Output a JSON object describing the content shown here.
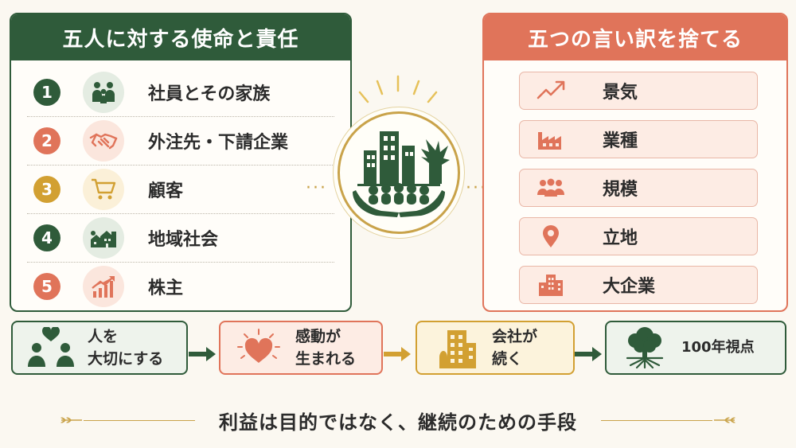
{
  "left_panel": {
    "title": "五人に対する使命と責任",
    "items": [
      {
        "num": "1",
        "label": "社員とその家族",
        "icon": "family-icon",
        "num_color": "#2f5b3a",
        "icon_bg": "#e4ece2"
      },
      {
        "num": "2",
        "label": "外注先・下請企業",
        "icon": "handshake-icon",
        "num_color": "#e0745a",
        "icon_bg": "#fbe6dd"
      },
      {
        "num": "3",
        "label": "顧客",
        "icon": "shopping-cart-icon",
        "num_color": "#d2a032",
        "icon_bg": "#fbf0d8"
      },
      {
        "num": "4",
        "label": "地域社会",
        "icon": "community-houses-icon",
        "num_color": "#2f5b3a",
        "icon_bg": "#e4ece2"
      },
      {
        "num": "5",
        "label": "株主",
        "icon": "growth-chart-icon",
        "num_color": "#e0745a",
        "icon_bg": "#fbe6dd"
      }
    ]
  },
  "right_panel": {
    "title": "五つの言い訳を捨てる",
    "items": [
      {
        "label": "景気",
        "icon": "trend-arrow-icon"
      },
      {
        "label": "業種",
        "icon": "factory-icon"
      },
      {
        "label": "規模",
        "icon": "people-group-icon"
      },
      {
        "label": "立地",
        "icon": "location-pin-icon"
      },
      {
        "label": "大企業",
        "icon": "office-building-icon"
      }
    ]
  },
  "center": {
    "icon": "city-people-hands-icon"
  },
  "flow": [
    {
      "text_line1": "人を",
      "text_line2": "大切にする",
      "icon": "people-heart-icon",
      "border": "#2f5b3a",
      "bg": "#eef3ec"
    },
    {
      "text_line1": "感動が",
      "text_line2": "生まれる",
      "icon": "glowing-heart-icon",
      "border": "#e0745a",
      "bg": "#fdece4"
    },
    {
      "text_line1": "会社が",
      "text_line2": "続く",
      "icon": "company-building-icon",
      "border": "#d2a032",
      "bg": "#fcf3dc"
    },
    {
      "text_line1": "100年視点",
      "text_line2": "",
      "icon": "tree-roots-icon",
      "border": "#2f5b3a",
      "bg": "#eef3ec"
    }
  ],
  "footer": {
    "text": "利益は目的ではなく、継続のための手段"
  },
  "colors": {
    "green": "#2f5b3a",
    "coral": "#e0745a",
    "gold": "#d2a032"
  }
}
